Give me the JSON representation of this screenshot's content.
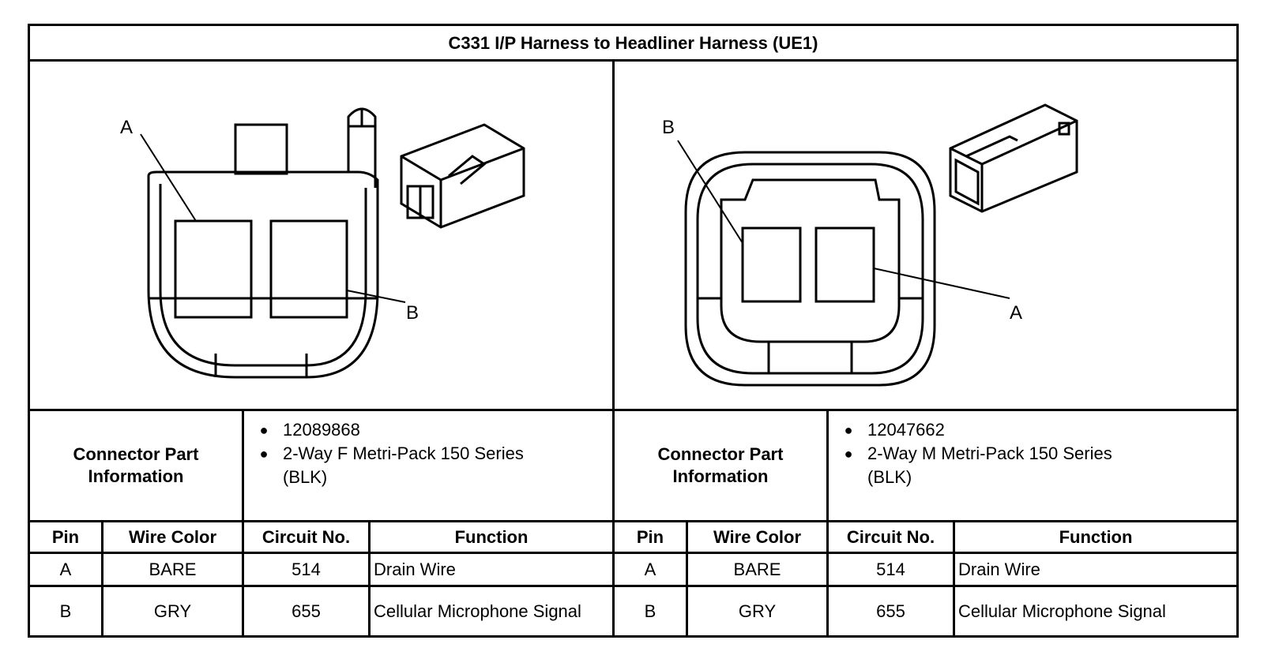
{
  "title": "C331 I/P Harness to Headliner Harness (UE1)",
  "left": {
    "labels": {
      "a": "A",
      "b": "B"
    },
    "connector_part_label": "Connector Part Information",
    "part_info": [
      "12089868",
      "2-Way F Metri-Pack 150 Series (BLK)"
    ],
    "table": {
      "headers": [
        "Pin",
        "Wire Color",
        "Circuit No.",
        "Function"
      ],
      "rows": [
        [
          "A",
          "BARE",
          "514",
          "Drain Wire"
        ],
        [
          "B",
          "GRY",
          "655",
          "Cellular Microphone Signal"
        ]
      ]
    }
  },
  "right": {
    "labels": {
      "a": "A",
      "b": "B"
    },
    "connector_part_label": "Connector Part Information",
    "part_info": [
      "12047662",
      "2-Way M Metri-Pack 150 Series (BLK)"
    ],
    "table": {
      "headers": [
        "Pin",
        "Wire Color",
        "Circuit No.",
        "Function"
      ],
      "rows": [
        [
          "A",
          "BARE",
          "514",
          "Drain Wire"
        ],
        [
          "B",
          "GRY",
          "655",
          "Cellular Microphone Signal"
        ]
      ]
    }
  }
}
